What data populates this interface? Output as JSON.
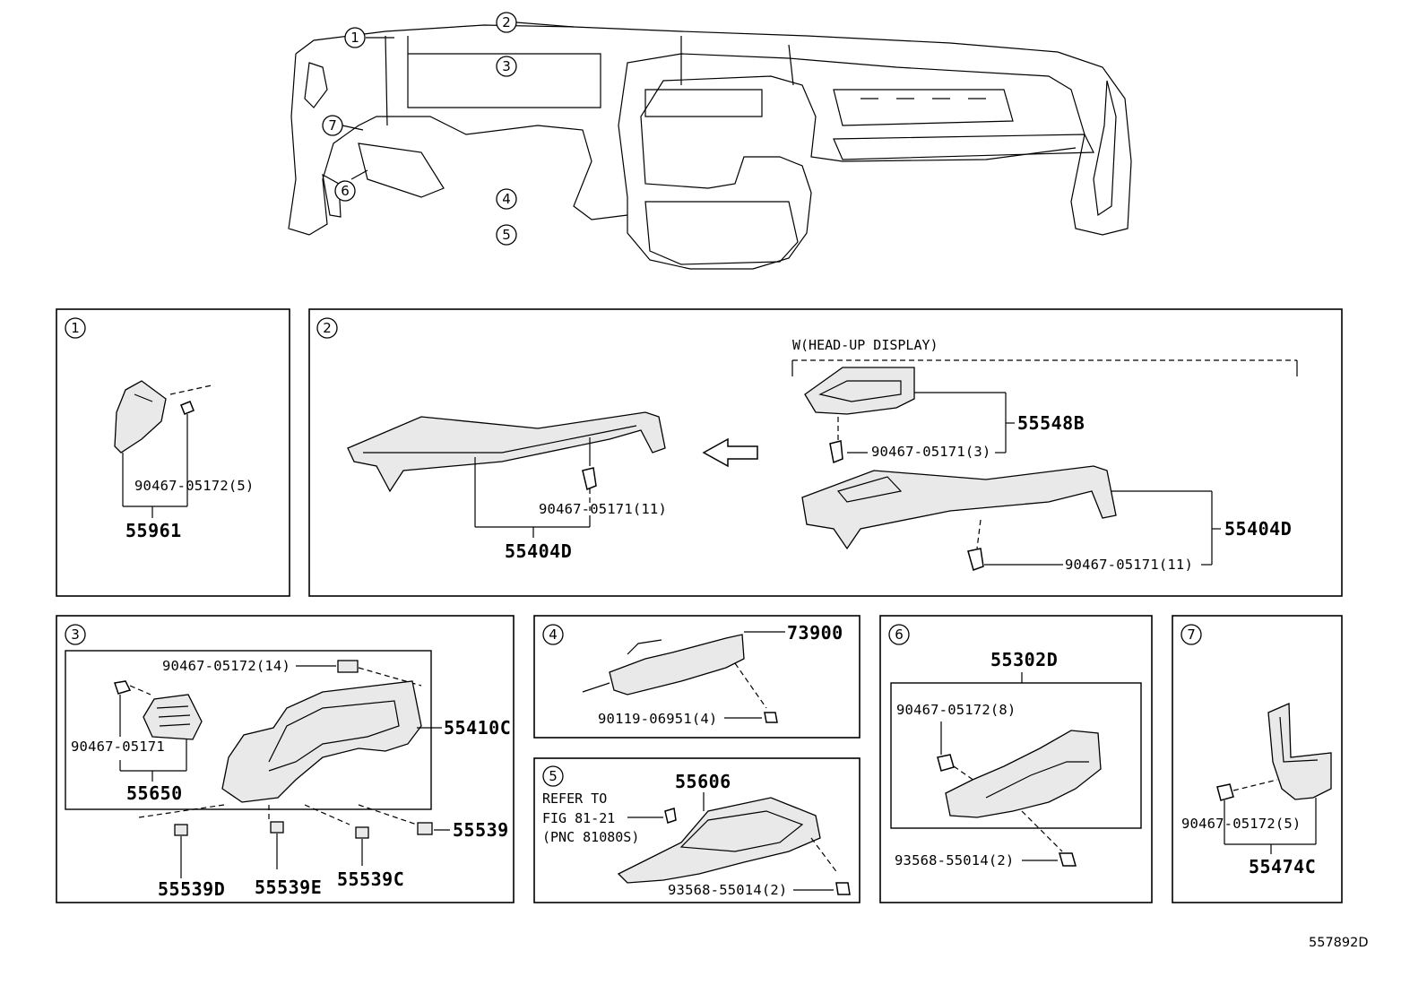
{
  "callouts": [
    "1",
    "2",
    "3",
    "4",
    "5",
    "6",
    "7"
  ],
  "panel1": {
    "callout": "1",
    "clip": "90467-05172(5)",
    "part": "55961"
  },
  "panel2": {
    "callout": "2",
    "condition": "W(HEAD-UP DISPLAY)",
    "clip_a": "90467-05171(11)",
    "part_a": "55404D",
    "part_b": "55548B",
    "clip_b": "90467-05171(3)",
    "part_c": "55404D",
    "clip_c": "90467-05171(11)"
  },
  "panel3": {
    "callout": "3",
    "clip_top": "90467-05172(14)",
    "clip_left": "90467-05171",
    "part_vent": "55650",
    "part_main": "55410C",
    "part_clip": "55539",
    "part_d": "55539D",
    "part_e": "55539E",
    "part_c": "55539C"
  },
  "panel4": {
    "callout": "4",
    "part": "73900",
    "bolt": "90119-06951(4)"
  },
  "panel5": {
    "callout": "5",
    "part": "55606",
    "refer_1": "REFER TO",
    "refer_2": "FIG 81-21",
    "refer_3": "(PNC 81080S)",
    "screw": "93568-55014(2)"
  },
  "panel6": {
    "callout": "6",
    "part": "55302D",
    "clip": "90467-05172(8)",
    "screw": "93568-55014(2)"
  },
  "panel7": {
    "callout": "7",
    "clip": "90467-05172(5)",
    "part": "55474C"
  },
  "diagram_code": "557892D"
}
